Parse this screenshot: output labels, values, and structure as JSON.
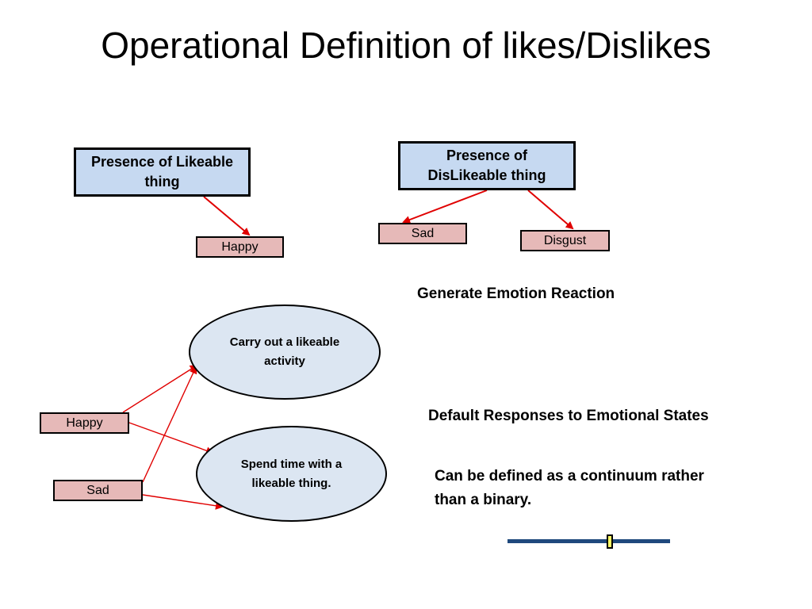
{
  "slide": {
    "title": "Operational Definition of likes/Dislikes"
  },
  "diagram": {
    "likeable_trigger": "Presence of Likeable thing",
    "dislikeable_trigger": "Presence of DisLikeable thing",
    "top_happy": "Happy",
    "top_sad": "Sad",
    "top_disgust": "Disgust",
    "activity_ellipse": "Carry out a likeable activity",
    "time_ellipse": "Spend time with a likeable thing.",
    "bottom_happy": "Happy",
    "bottom_sad": "Sad"
  },
  "labels": {
    "generate": "Generate Emotion Reaction",
    "default": "Default Responses to Emotional States",
    "continuum": "Can be defined as a continuum rather than a binary."
  },
  "continuum_slider": {
    "position": 0.63
  },
  "colors": {
    "trigger_fill": "#c6d9f1",
    "emotion_fill": "#e6b9b8",
    "ellipse_fill": "#dce6f2",
    "arrow": "#e00000",
    "slider_track": "#1f497d",
    "slider_thumb": "#ffff66"
  }
}
